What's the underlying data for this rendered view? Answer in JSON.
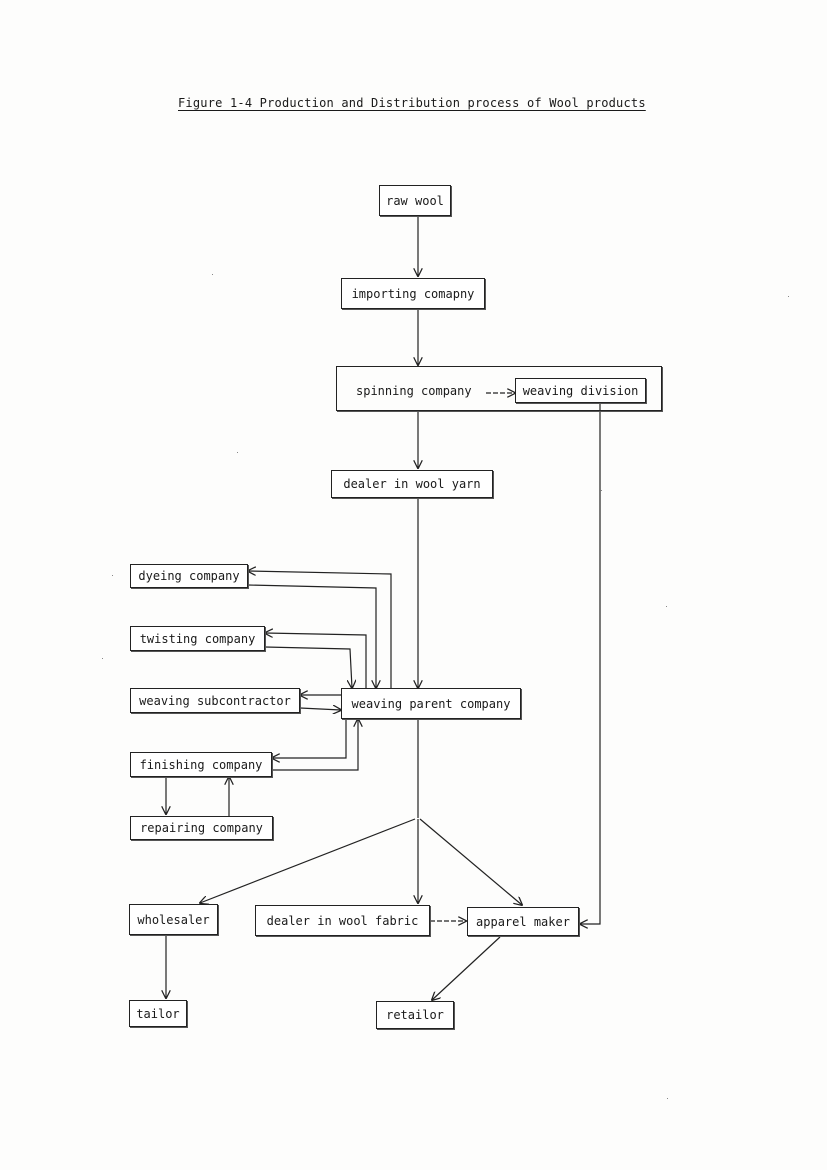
{
  "figure": {
    "title": "Figure 1-4  Production and Distribution process of Wool products"
  },
  "nodes": {
    "raw_wool": "raw wool",
    "importing_company": "importing comapny",
    "spinning_company": "spinning company",
    "weaving_division": "weaving division",
    "dealer_wool_yarn": "dealer in wool yarn",
    "dyeing_company": "dyeing company",
    "twisting_company": "twisting company",
    "weaving_subcontractor": "weaving subcontractor",
    "weaving_parent_company": "weaving parent company",
    "finishing_company": "finishing company",
    "repairing_company": "repairing company",
    "wholesaler": "wholesaler",
    "dealer_wool_fabric": "dealer in wool fabric",
    "apparel_maker": "apparel maker",
    "tailor": "tailor",
    "retailor": "retailor"
  },
  "style": {
    "line_color": "#222222",
    "paper_color": "#fdfdfc"
  }
}
